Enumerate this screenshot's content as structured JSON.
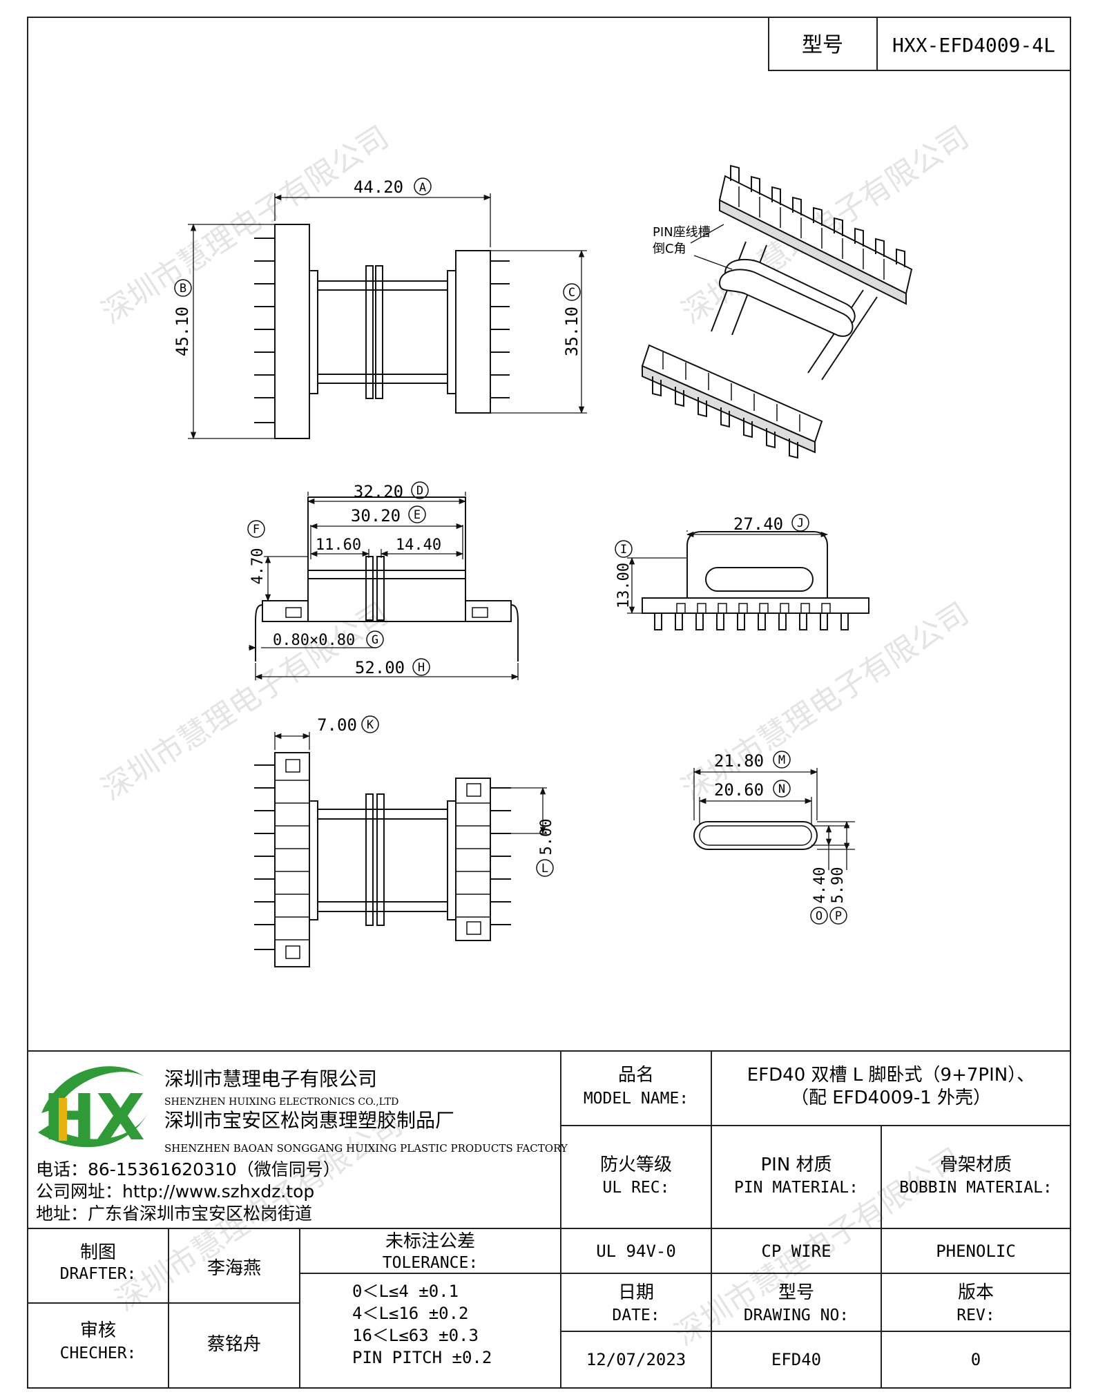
{
  "header": {
    "label_type": "型号",
    "part_no": "HXX-EFD4009-4L"
  },
  "dims": {
    "a": "44.20",
    "a_tag": "A",
    "b": "45.10",
    "b_tag": "B",
    "c": "35.10",
    "c_tag": "C",
    "d": "32.20",
    "d_tag": "D",
    "e": "30.20",
    "e_tag": "E",
    "f": "4.70",
    "f_tag": "F",
    "g": "0.80×0.80",
    "g_tag": "G",
    "h": "52.00",
    "h_tag": "H",
    "i": "13.00",
    "i_tag": "I",
    "j": "27.40",
    "j_tag": "J",
    "k": "7.00",
    "k_tag": "K",
    "l": "5.00",
    "l_tag": "L",
    "m": "21.80",
    "m_tag": "M",
    "n": "20.60",
    "n_tag": "N",
    "o": "4.40",
    "o_tag": "O",
    "p": "5.90",
    "p_tag": "P",
    "s1": "11.60",
    "s2": "14.40"
  },
  "iso_note": {
    "line1": "PIN座线槽",
    "line2": "倒C角"
  },
  "watermark": "深圳市慧理电子有限公司",
  "company": {
    "logo_letters": "HX",
    "name_cn": "深圳市慧理电子有限公司",
    "name_en": "SHENZHEN HUIXING ELECTRONICS CO.,LTD",
    "factory_cn": "深圳市宝安区松岗惠理塑胶制品厂",
    "factory_en": "SHENZHEN BAOAN SONGGANG HUIXING PLASTIC PRODUCTS FACTORY",
    "phone": "电话：86-15361620310（微信同号）",
    "web": "公司网址：http://www.szhxdz.top",
    "addr": "地址：广东省深圳市宝安区松岗街道"
  },
  "title_block": {
    "model_cn": "品名",
    "model_en": "MODEL NAME:",
    "model_val1": "EFD40 双槽 L 脚卧式（9+7PIN）、",
    "model_val2": "（配 EFD4009-1 外壳）",
    "ul_cn": "防火等级",
    "ul_en": "UL REC:",
    "pin_cn": "PIN 材质",
    "pin_en": "PIN MATERIAL:",
    "bob_cn": "骨架材质",
    "bob_en": "BOBBIN MATERIAL:",
    "drafter_cn": "制图",
    "drafter_en": "DRAFTER:",
    "drafter_name": "李海燕",
    "checker_cn": "审核",
    "checker_en": "CHECHER:",
    "checker_name": "蔡铭舟",
    "tol_cn": "未标注公差",
    "tol_en": "TOLERANCE:",
    "tol1": "0＜L≤4   ±0.1",
    "tol2": "4＜L≤16  ±0.2",
    "tol3": "16＜L≤63  ±0.3",
    "tol4": "PIN PITCH  ±0.2",
    "ul_val": "UL 94V-0",
    "pin_val": "CP WIRE",
    "bob_val": "PHENOLIC",
    "date_cn": "日期",
    "date_en": "DATE:",
    "dwg_cn": "型号",
    "dwg_en": "DRAWING NO:",
    "rev_cn": "版本",
    "rev_en": "REV:",
    "date_val": "12/07/2023",
    "dwg_val": "EFD40",
    "rev_val": "0"
  }
}
